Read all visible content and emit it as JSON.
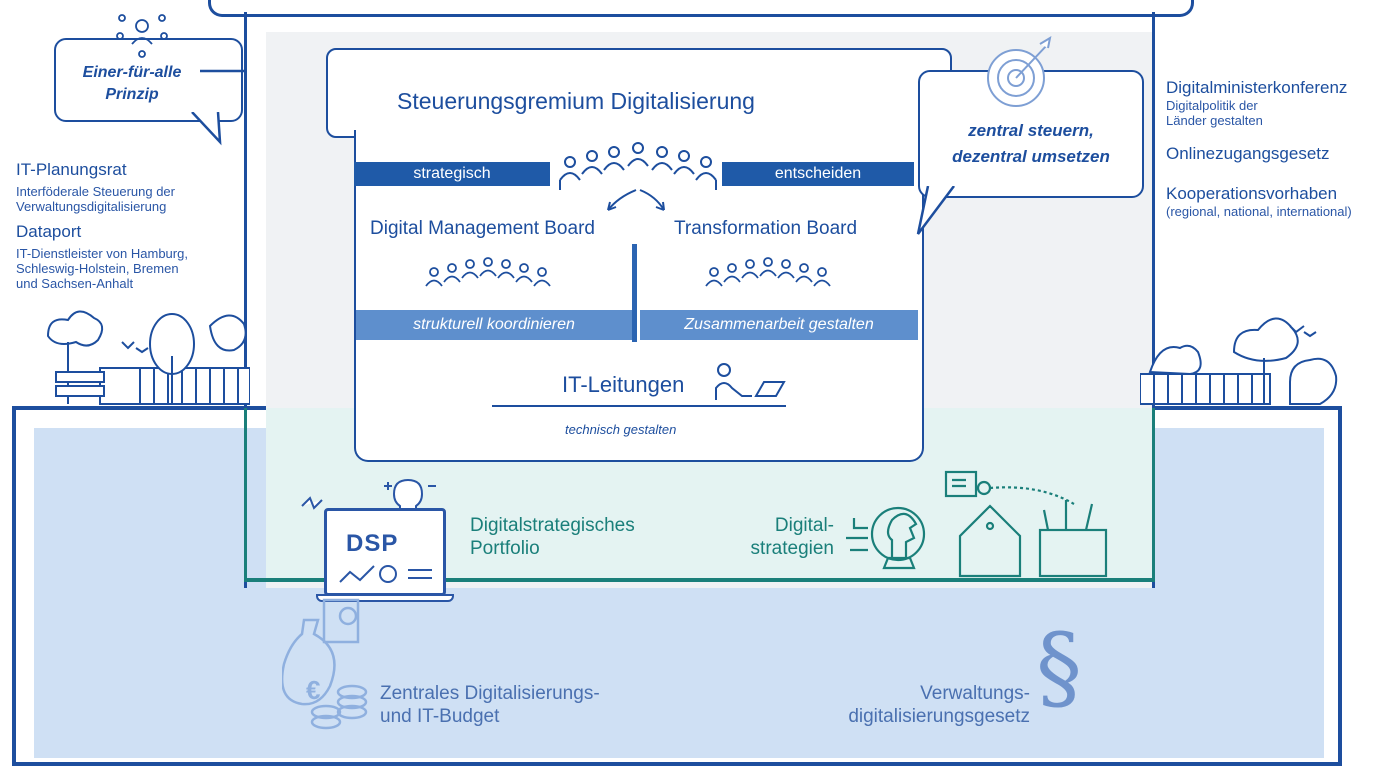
{
  "board": {
    "title": "Steuerungsgremium Digitalisierung",
    "left_bar": "strategisch",
    "right_bar": "entscheiden",
    "left_board": "Digital Management Board",
    "right_board": "Transformation Board",
    "left_task": "strukturell koordinieren",
    "right_task": "Zusammenarbeit gestalten",
    "it_title": "IT-Leitungen",
    "it_sub": "technisch gestalten"
  },
  "bubbles": {
    "left_line1": "Einer-für-alle",
    "left_line2": "Prinzip",
    "right_line1": "zentral steuern,",
    "right_line2": "dezentral umsetzen"
  },
  "left_side": {
    "items": [
      {
        "title": "IT-Planungsrat",
        "lines": [
          "Interföderale Steuerung der",
          "Verwaltungsdigitalisierung"
        ]
      },
      {
        "title": "Dataport",
        "lines": [
          "IT-Dienstleister von Hamburg,",
          "Schleswig-Holstein, Bremen",
          "und Sachsen-Anhalt"
        ]
      }
    ]
  },
  "right_side": {
    "items": [
      {
        "title": "Digitalministerkonferenz",
        "lines": [
          "Digitalpolitik der",
          "Länder gestalten"
        ]
      },
      {
        "title": "Onlinezugangsgesetz",
        "lines": []
      },
      {
        "title": "Kooperationsvorhaben",
        "lines": [
          "(regional, national, international)"
        ]
      }
    ]
  },
  "foundation": {
    "dsp_label": "DSP",
    "portfolio_line1": "Digitalstrategisches",
    "portfolio_line2": "Portfolio",
    "strategies_line1": "Digital-",
    "strategies_line2": "strategien",
    "budget_line1": "Zentrales Digitalisierungs-",
    "budget_line2": "und IT-Budget",
    "law_line1": "Verwaltungs-",
    "law_line2": "digitalisierungsgesetz",
    "euro_symbol": "€",
    "paragraph_symbol": "§"
  },
  "colors": {
    "primary": "#1d4e9e",
    "bar": "#1f5aa8",
    "soft_bar": "#5e8fcd",
    "teal": "#1a7f7a",
    "ground": "#cfe0f4"
  }
}
